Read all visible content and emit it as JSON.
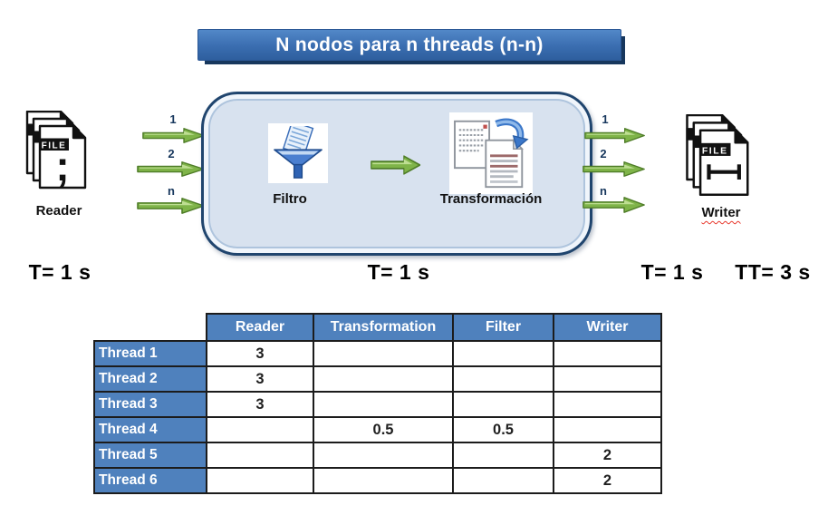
{
  "banner": {
    "title": "N nodos para n threads (n-n)"
  },
  "diagram": {
    "reader_label": "Reader",
    "writer_label": "Writer",
    "filter_label": "Filtro",
    "transform_label": "Transformación",
    "file_badge": "FILE",
    "reader_file_symbol": ";",
    "in_arrow_labels": [
      "1",
      "2",
      "n"
    ],
    "out_arrow_labels": [
      "1",
      "2",
      "n"
    ],
    "timings": {
      "reader": "T= 1 s",
      "pipeline": "T= 1 s",
      "writer": "T= 1 s",
      "total": "TT= 3 s"
    }
  },
  "table": {
    "headers": [
      "",
      "Reader",
      "Transformation",
      "Filter",
      "Writer"
    ],
    "rows": [
      {
        "label": "Thread 1",
        "values": [
          "3",
          "",
          "",
          ""
        ]
      },
      {
        "label": "Thread 2",
        "values": [
          "3",
          "",
          "",
          ""
        ]
      },
      {
        "label": "Thread 3",
        "values": [
          "3",
          "",
          "",
          ""
        ]
      },
      {
        "label": "Thread 4",
        "values": [
          "",
          "0.5",
          "0.5",
          ""
        ]
      },
      {
        "label": "Thread 5",
        "values": [
          "",
          "",
          "",
          "2"
        ]
      },
      {
        "label": "Thread 6",
        "values": [
          "",
          "",
          "",
          "2"
        ]
      }
    ]
  },
  "colors": {
    "banner_top": "#5288c8",
    "banner_bottom": "#2e5f9e",
    "banner_shadow": "#17375d",
    "box_fill": "#d8e2ef",
    "box_border": "#20456e",
    "arrow_green": "#7fb449",
    "arrow_green_dark": "#4f7d28",
    "table_header_bg": "#4f81bd",
    "table_border": "#1c1c1c"
  }
}
